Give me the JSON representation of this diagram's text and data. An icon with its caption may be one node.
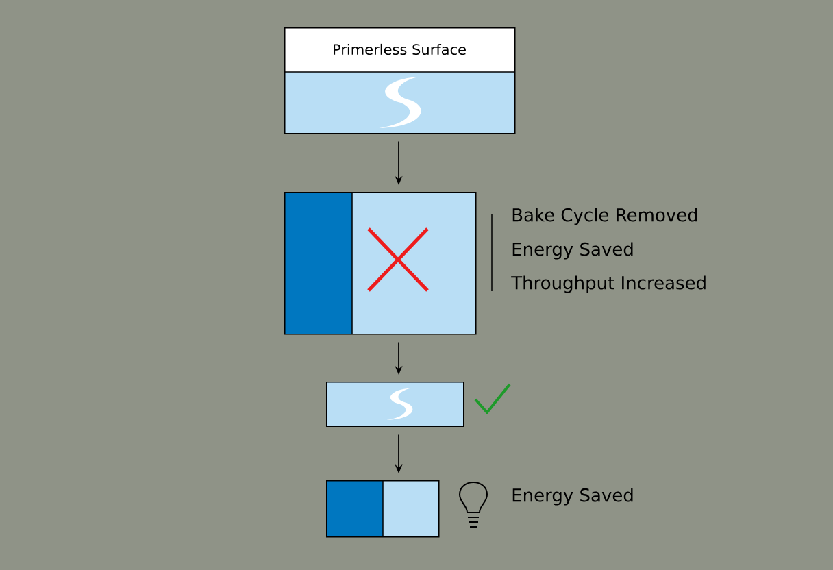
{
  "diagram": {
    "nodes": [
      {
        "text": [
          "Primerless Surface"
        ]
      },
      {
        "text": [],
        "shape": "box"
      },
      {
        "text": [],
        "shape": "box"
      },
      {
        "text": [],
        "shape": "box"
      }
    ],
    "edges": [
      {
        "from": 0,
        "to": 1,
        "arrow": "to"
      },
      {
        "from": 1,
        "to": 2,
        "arrow": "to"
      },
      {
        "from": 2,
        "to": 3,
        "arrow": "to"
      }
    ],
    "labels": [
      "Bake Cycle Removed",
      "Energy Saved",
      "Throughput Increased",
      "Energy Saved"
    ]
  }
}
